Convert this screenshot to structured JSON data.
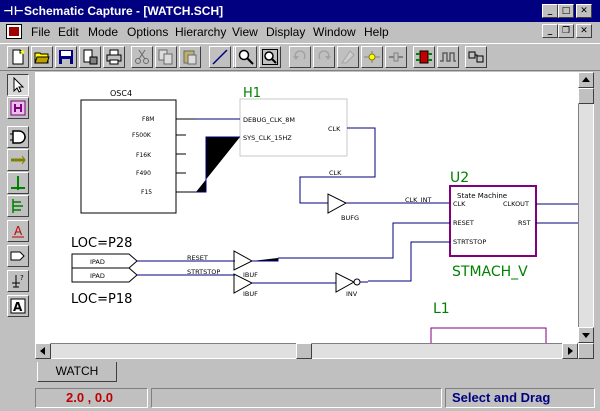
{
  "window": {
    "title": "Schematic Capture - [WATCH.SCH]",
    "icon": "schematic-app-icon",
    "controls": {
      "minimize": "_",
      "maximize": "□",
      "close": "✕"
    }
  },
  "menu": {
    "items": [
      "File",
      "Edit",
      "Mode",
      "Options",
      "Hierarchy",
      "View",
      "Display",
      "Window",
      "Help"
    ],
    "mdi_controls": {
      "minimize": "_",
      "restore": "❐",
      "close": "✕"
    }
  },
  "toolbar": {
    "icons": [
      "new-file-icon",
      "open-folder-icon",
      "save-icon",
      "print-preview-icon",
      "print-icon",
      "cut-icon",
      "copy-icon",
      "paste-icon",
      "draw-wire-icon",
      "add-component-icon",
      "zoom-icon",
      "zoom-full-icon",
      "undo-icon",
      "redo-icon",
      "rubber-band-icon",
      "bus-tap-icon",
      "net-icon",
      "simulator-icon",
      "timing-icon",
      "hierarchy-push-icon"
    ]
  },
  "left_toolbar": {
    "icons": [
      "select-arrow-icon",
      "hierarchy-h-icon",
      "symbol-icon",
      "bus-icon",
      "wire-icon",
      "ground-icon",
      "text-a-icon",
      "iopad-icon",
      "power-icon",
      "attribute-icon"
    ]
  },
  "schematic": {
    "osc4": {
      "name": "OSC4",
      "pins": [
        "F8M",
        "F500K",
        "F16K",
        "F490",
        "F15"
      ]
    },
    "h1": {
      "name": "H1",
      "inputs": [
        "DEBUG_CLK_8M",
        "SYS_CLK_15HZ"
      ],
      "output": "CLK"
    },
    "u2": {
      "name": "U2",
      "title": "State Machine",
      "inputs": [
        "CLK",
        "RESET",
        "STRTSTOP"
      ],
      "outputs": [
        "CLKOUT",
        "RST"
      ],
      "label": "STMACH_V"
    },
    "loc_top": "LOC=P28",
    "loc_bottom": "LOC=P18",
    "ipad_label": "IPAD",
    "nets": {
      "reset": "RESET",
      "strtstop": "STRTSTOP",
      "clk": "CLK",
      "clk_int": "CLK_INT"
    },
    "bufg": "BUFG",
    "ibuf": "IBUF",
    "inv": "INV",
    "l1": "L1",
    "colors": {
      "component": "#800080",
      "wire": "#000080",
      "label": "#008000",
      "text": "#000000"
    }
  },
  "tabs": [
    "WATCH"
  ],
  "status": {
    "coords": "2.0 ,   0.0",
    "mode": "Select and Drag",
    "colors": {
      "coords": "#c00000",
      "mode": "#000080"
    }
  }
}
